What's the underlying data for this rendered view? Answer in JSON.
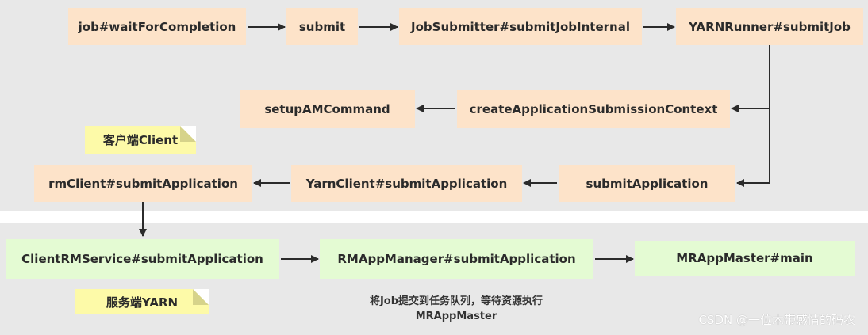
{
  "nodes": {
    "job_wait": "job#waitForCompletion",
    "submit": "submit",
    "job_submitter": "JobSubmitter#submitJobInternal",
    "yarn_runner": "YARNRunner#submitJob",
    "create_context": "createApplicationSubmissionContext",
    "setup_am": "setupAMCommand",
    "submit_application": "submitApplication",
    "yarn_client": "YarnClient#submitApplication",
    "rm_client": "rmClient#submitApplication",
    "client_rm_service": "ClientRMService#submitApplication",
    "rm_app_manager": "RMAppManager#submitApplication",
    "mr_app_master": "MRAppMaster#main"
  },
  "notes": {
    "client": "客户端Client",
    "server": "服务端YARN"
  },
  "caption": {
    "line1": "将Job提交到任务队列，等待资源执行",
    "line2": "MRAppMaster"
  },
  "watermark": "CSDN @一位木带感情的码农",
  "colors": {
    "client_box": "#fde3c9",
    "server_box": "#e4fbd3",
    "note": "#fdfaa8",
    "band": "#e8e8e8",
    "arrow": "#2b2b2b"
  }
}
